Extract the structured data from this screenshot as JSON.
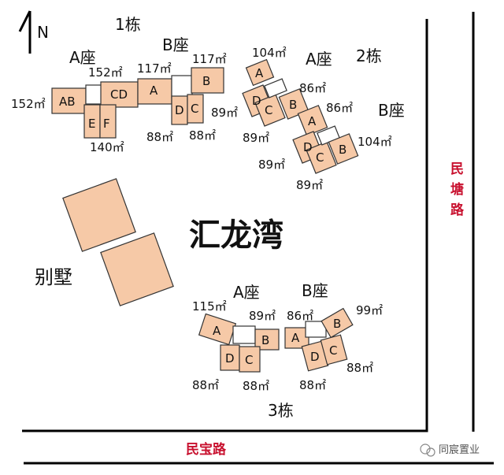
{
  "title": "汇龙湾",
  "north": "N",
  "roads": {
    "south": "民宝路",
    "east": "民塘路"
  },
  "villa_label": "别墅",
  "buildings": {
    "b1": {
      "label": "1栋",
      "wing_a": "A座",
      "wing_b": "B座"
    },
    "b2": {
      "label": "2栋",
      "wing_a": "A座",
      "wing_b": "B座"
    },
    "b3": {
      "label": "3栋",
      "wing_a": "A座",
      "wing_b": "B座"
    }
  },
  "units": {
    "ab": "AB",
    "cd": "CD",
    "a": "A",
    "b": "B",
    "c": "C",
    "d": "D",
    "e": "E",
    "f": "F"
  },
  "areas": {
    "b1_ab": "152㎡",
    "b1_cd": "152㎡",
    "b1_a": "117㎡",
    "b1_b": "117㎡",
    "b1_ef": "140㎡",
    "b1_d": "88㎡",
    "b1_c": "88㎡",
    "b1_89": "89㎡",
    "b2_a": "104㎡",
    "b2_86a": "86㎡",
    "b2_86b": "86㎡",
    "b2_89a": "89㎡",
    "b2_89b": "89㎡",
    "b2_89c": "89㎡",
    "b2_b": "104㎡",
    "b3_115": "115㎡",
    "b3_89": "89㎡",
    "b3_86": "86㎡",
    "b3_99": "99㎡",
    "b3_88a": "88㎡",
    "b3_88b": "88㎡",
    "b3_88c": "88㎡",
    "b3_88d": "88㎡"
  },
  "watermark": "同宸置业"
}
